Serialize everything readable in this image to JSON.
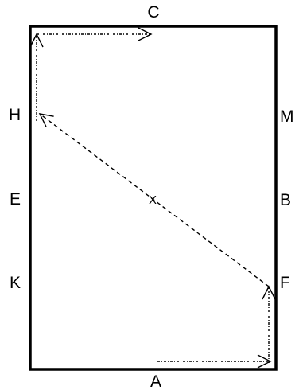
{
  "diagram": {
    "labels": {
      "top": "C",
      "bottom": "A",
      "left_upper": "H",
      "left_middle": "E",
      "left_lower": "K",
      "right_upper": "M",
      "right_middle": "B",
      "right_lower": "F",
      "center": "X"
    }
  }
}
